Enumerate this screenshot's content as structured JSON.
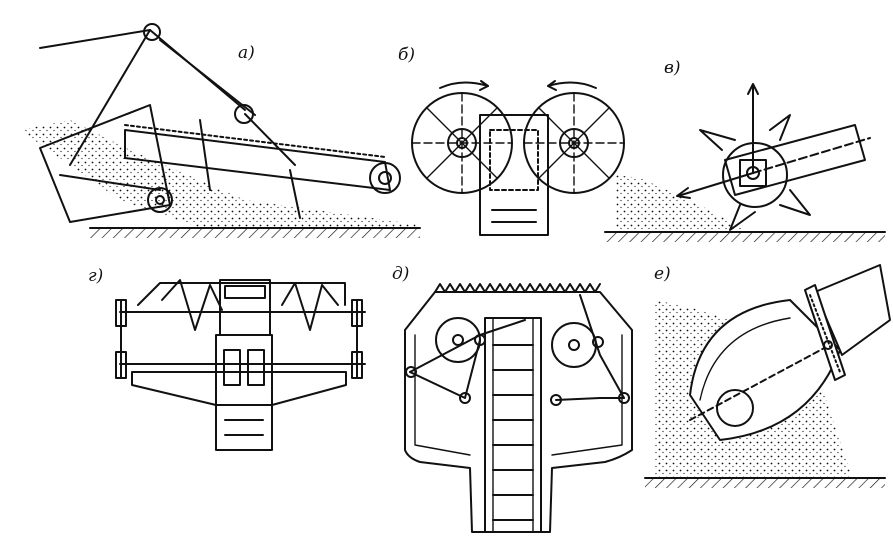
{
  "panels": [
    {
      "id": "a",
      "label": "а)"
    },
    {
      "id": "b",
      "label": "б)"
    },
    {
      "id": "v",
      "label": "в)"
    },
    {
      "id": "g",
      "label": "г)"
    },
    {
      "id": "d",
      "label": "д)"
    },
    {
      "id": "e",
      "label": "е)"
    }
  ],
  "colors": {
    "ink": "#111111",
    "paper": "#ffffff"
  }
}
